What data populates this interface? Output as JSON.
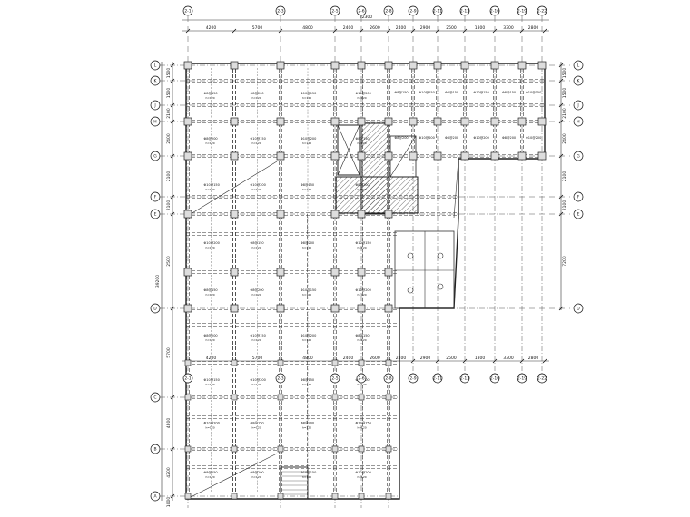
{
  "top_axes": [
    "2-1",
    "2-3",
    "2-5",
    "2-6",
    "2-8",
    "2-9",
    "2-11",
    "2-13",
    "2-16",
    "2-19",
    "2-22"
  ],
  "mid_axes": [
    "2-1",
    "2-3",
    "2-5",
    "2-6",
    "2-8",
    "2-9",
    "2-11",
    "2-13",
    "2-16",
    "2-19",
    "2-22"
  ],
  "left_axes": [
    "L",
    "K",
    "J",
    "H",
    "G",
    "F",
    "E",
    "D",
    "C",
    "B",
    "A"
  ],
  "right_axes": [
    "L",
    "K",
    "J",
    "H",
    "G",
    "F",
    "E",
    "D"
  ],
  "top_dims": [
    "4200",
    "5700",
    "4800",
    "2400",
    "2600",
    "2400",
    "2900",
    "2500",
    "1800",
    "3300",
    "2800"
  ],
  "top_total": "32300",
  "mid_dims": [
    "4200",
    "5700",
    "4800",
    "2400",
    "2600",
    "2400",
    "2900",
    "2500",
    "1800",
    "3300",
    "2800"
  ],
  "left_dims": [
    "1500",
    "1500",
    "2100",
    "2400",
    "2100",
    "2100",
    "2500",
    "5700",
    "4800",
    "4200",
    "1000"
  ],
  "left_total": "39200",
  "right_dims": [
    "1500",
    "1500",
    "2100",
    "2400",
    "2100",
    "2100",
    "7200"
  ],
  "slab_labels": {
    "rebar_1": "Φ8@150",
    "rebar_2": "Φ8@200",
    "rebar_3": "Φ10@150",
    "rebar_4": "Φ10@200",
    "thickness": "h=120"
  }
}
